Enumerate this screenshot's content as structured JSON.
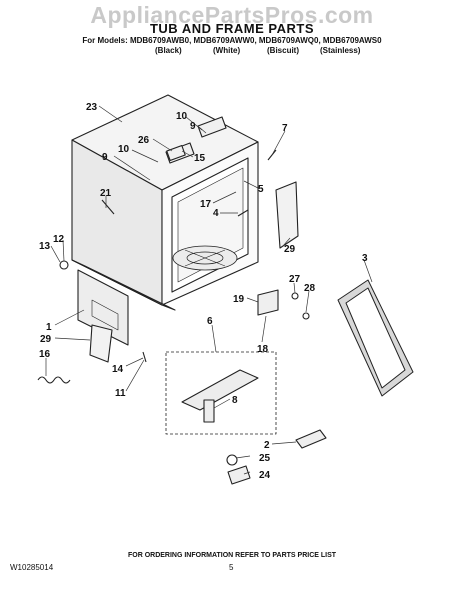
{
  "watermark": "AppliancePartsPros.com",
  "title": "TUB AND FRAME PARTS",
  "models_line": "For Models: MDB6709AWB0, MDB6709AWW0, MDB6709AWQ0, MDB6709AWS0",
  "colors": [
    "(Black)",
    "(White)",
    "(Biscuit)",
    "(Stainless)"
  ],
  "callouts": [
    "23",
    "10",
    "9",
    "7",
    "26",
    "15",
    "10",
    "9",
    "5",
    "21",
    "17",
    "4",
    "12",
    "13",
    "29",
    "3",
    "27",
    "28",
    "19",
    "1",
    "6",
    "29",
    "18",
    "16",
    "14",
    "8",
    "11",
    "2",
    "25",
    "24"
  ],
  "footer_note": "FOR ORDERING INFORMATION REFER TO PARTS PRICE LIST",
  "doc_number": "W10285014",
  "page_number": "5"
}
